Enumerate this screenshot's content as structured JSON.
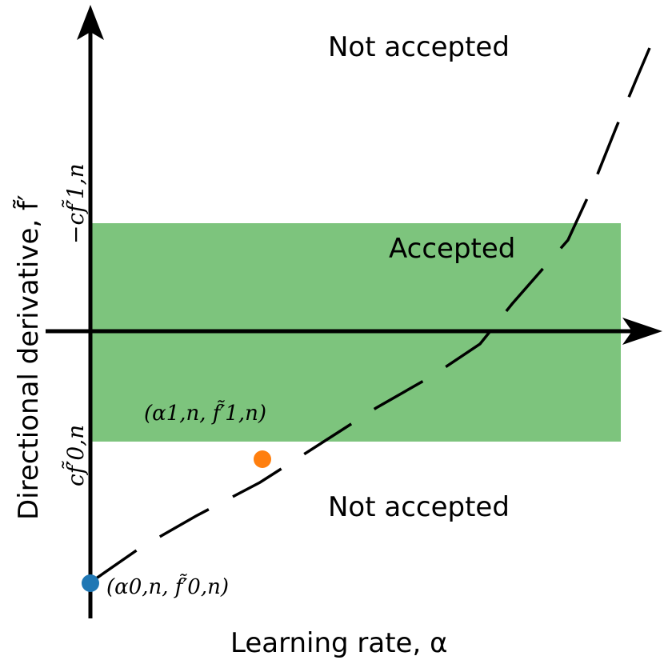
{
  "colors": {
    "accepted_region": "#7dc47d",
    "axis": "#000000",
    "curve": "#000000",
    "point_start": "#1f77b4",
    "point_next": "#ff7f0e"
  },
  "regions": {
    "top_label": "Not accepted",
    "middle_label": "Accepted",
    "bottom_label": "Not accepted"
  },
  "axes": {
    "x_label": "Learning rate, α",
    "y_label": "Directional derivative, f̃′"
  },
  "thresholds": {
    "upper_label": "−cf̃′1,n",
    "lower_label": "cf̃′0,n"
  },
  "points": [
    {
      "name": "start",
      "label": "(α0,n, f̃′0,n)"
    },
    {
      "name": "next",
      "label": "(α1,n, f̃′1,n)"
    }
  ]
}
